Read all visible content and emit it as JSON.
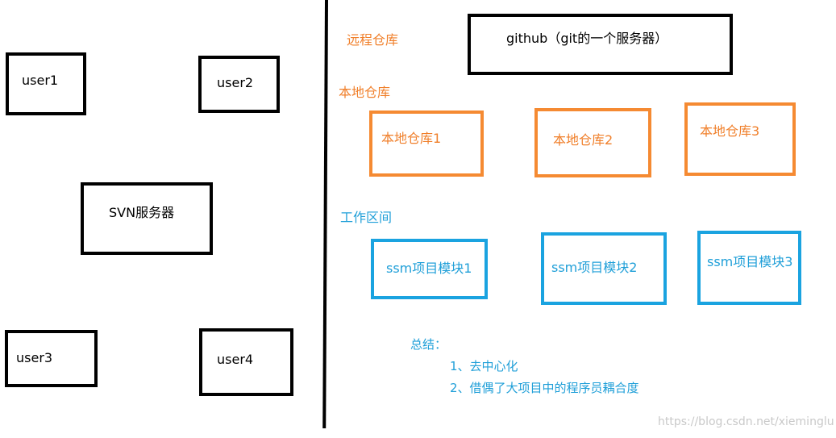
{
  "left": {
    "users": [
      "user1",
      "user2",
      "user3",
      "user4"
    ],
    "server": "SVN服务器"
  },
  "right": {
    "remote": {
      "label": "远程仓库",
      "server": "github（git的一个服务器）"
    },
    "local": {
      "label": "本地仓库",
      "repos": [
        "本地仓库1",
        "本地仓库2",
        "本地仓库3"
      ]
    },
    "workspace": {
      "label": "工作区间",
      "modules": [
        "ssm项目模块1",
        "ssm项目模块2",
        "ssm项目模块3"
      ]
    },
    "summary": {
      "title": "总结：",
      "items": [
        "1、去中心化",
        "2、借偶了大项目中的程序员耦合度"
      ]
    }
  },
  "watermark": "https://blog.csdn.net/xieminglu",
  "colors": {
    "orange": "#f58a32",
    "blue": "#1aa3e0",
    "black": "#000000"
  }
}
